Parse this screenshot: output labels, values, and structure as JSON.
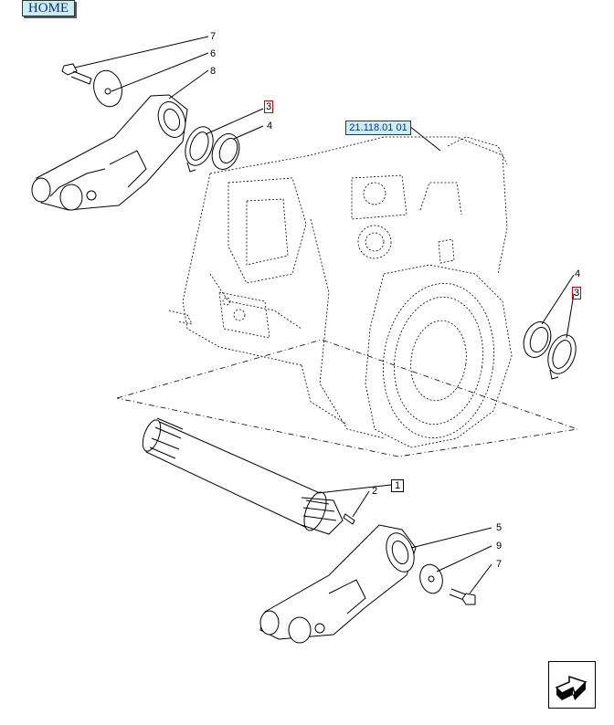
{
  "home_label": "HOME",
  "reference_label": "21.118.01 01",
  "callouts": {
    "c7_top": "7",
    "c6": "6",
    "c8": "8",
    "c3_left": "3",
    "c4_left": "4",
    "c4_right": "4",
    "c3_right": "3",
    "c2": "2",
    "c1": "1",
    "c5": "5",
    "c9": "9",
    "c7_bottom": "7"
  },
  "icons": {
    "nav": "next-page-arrow-icon"
  },
  "colors": {
    "button_bg": "#c8f0f4",
    "button_text": "#1a2a8a",
    "callout_frame_red": "#cc0000",
    "line": "#000000"
  }
}
